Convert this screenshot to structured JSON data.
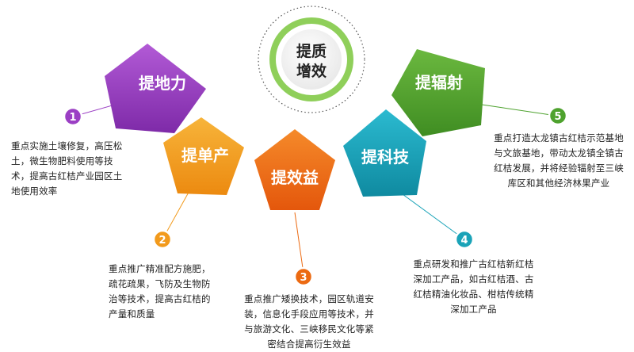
{
  "center": {
    "line1": "提质",
    "line2": "增效",
    "ring_color": "#8fcf5a"
  },
  "items": [
    {
      "num": "1",
      "title": "提地力",
      "color": "#9b3fc4",
      "desc": "重点实施土壤修复，高压松\n土，微生物肥料使用等技\n术，提高古红桔产业园区土\n地使用效率"
    },
    {
      "num": "2",
      "title": "提单产",
      "color": "#f29a1c",
      "desc": "重点推广精准配方施肥，\n疏花疏果，飞防及生物防\n治等技术，提高古红桔的\n产量和质量"
    },
    {
      "num": "3",
      "title": "提效益",
      "color": "#ec6a12",
      "desc": "重点推广矮换技术，园区轨道安\n装，信息化手段应用等技术，并\n与旅游文化、三峡移民文化等紧\n密结合提高衍生效益"
    },
    {
      "num": "4",
      "title": "提科技",
      "color": "#1aa3b8",
      "desc": "重点研发和推广古红桔新红桔\n深加工产品，如古红桔酒、古\n红桔精油化妆品、柑桔传统精\n深加工产品"
    },
    {
      "num": "5",
      "title": "提辐射",
      "color": "#4ea22e",
      "desc": "重点打造太龙镇古红桔示范基地\n与文旅基地，带动太龙镇全镇古\n红桔发展，并将经验辐射至三峡\n库区和其他经济林果产业"
    }
  ]
}
